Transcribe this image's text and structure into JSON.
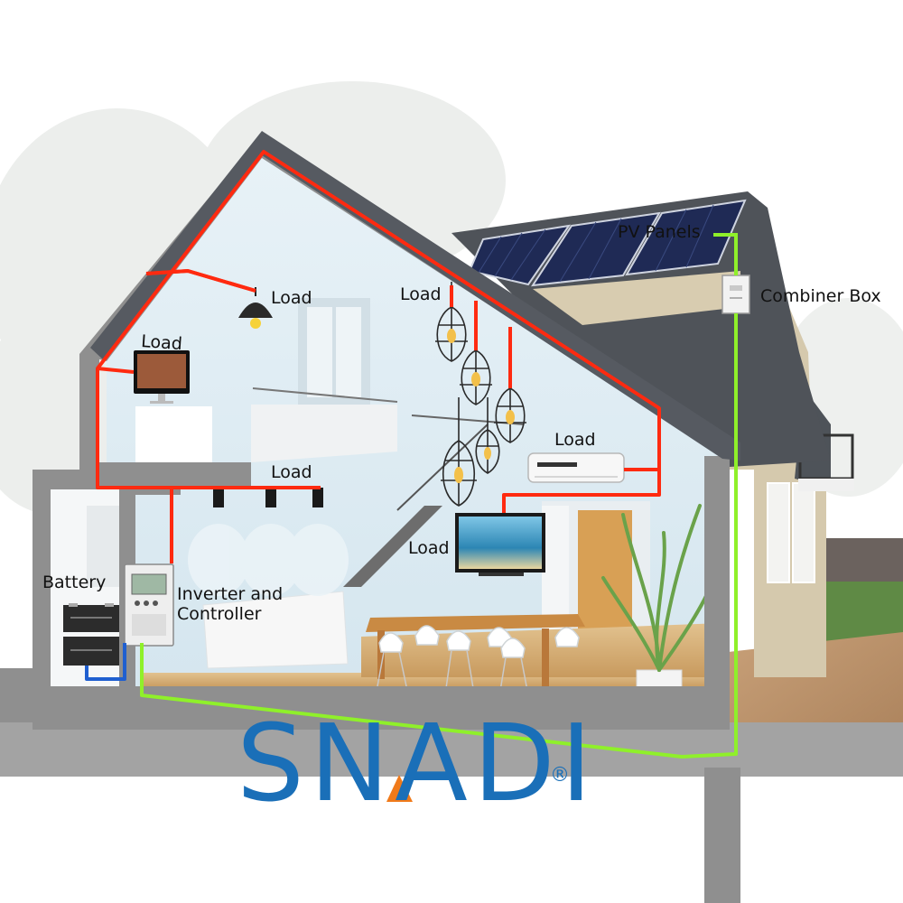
{
  "labels": {
    "pv_panels": "PV Panels",
    "combiner_box": "Combiner Box",
    "load_attic": "Load",
    "load_monitor": "Load",
    "load_pendants": "Load",
    "load_spotlights": "Load",
    "load_ac": "Load",
    "load_tv": "Load",
    "battery": "Battery",
    "inverter": "Inverter and\nController"
  },
  "brand": {
    "name": "SNADI",
    "registered": "®",
    "text_color": "#1a6fb8",
    "accent_color": "#f07a1a"
  },
  "colors": {
    "ac_wire": "#ff2a10",
    "pv_wire": "#8ff02a",
    "battery_wire": "#1f5fd0",
    "wall": "#8f8f8f",
    "roof": "#5b5f66",
    "stone": "#d8ccb0",
    "solar_panel": "#1f2a55"
  }
}
